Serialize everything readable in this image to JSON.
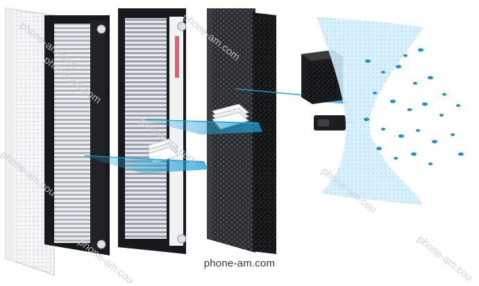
{
  "caption": "phone-am.com",
  "watermarks": [
    "phone-am.com",
    "phone-am.com",
    "phone-am.com",
    "phone-am.cou",
    "phone-am.com",
    "phone-am.cou",
    "phone-am.cou",
    "phone-am.cou"
  ],
  "colors": {
    "frame": "#17191c",
    "pleat_light": "#f2f4f6",
    "pleat_dark": "#b9bfc6",
    "carbon": "#1b1c1e",
    "arrow": "#1f9fd6",
    "particles": "#1e8fd0",
    "airflow": "#a9dcf5"
  },
  "icons": [
    "pre-filter-mesh",
    "hepa-filter",
    "carbon-filter",
    "carbon-cube",
    "sensor-module",
    "airflow-sheet",
    "pollutant-particles"
  ]
}
